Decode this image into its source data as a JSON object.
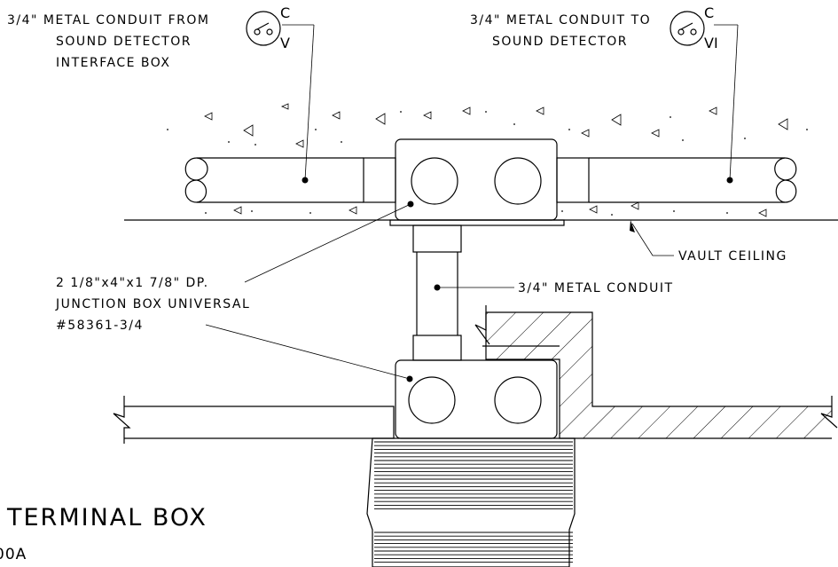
{
  "labels": {
    "conduit_from": [
      "3/4\" METAL CONDUIT FROM",
      "SOUND DETECTOR",
      "INTERFACE BOX"
    ],
    "conduit_to": [
      "3/4\" METAL CONDUIT TO",
      "SOUND DETECTOR"
    ],
    "vault_ceiling": "VAULT CEILING",
    "metal_conduit": "3/4\" METAL CONDUIT",
    "junction_box": [
      "2 1/8\"x4\"x1 7/8\" DP.",
      "JUNCTION BOX UNIVERSAL",
      "#58361-3/4"
    ],
    "title": "TERMINAL BOX",
    "subtitle": "00A"
  },
  "symbols": {
    "left": {
      "top": "C",
      "bottom": "V"
    },
    "right": {
      "top": "C",
      "bottom": "VI"
    }
  }
}
